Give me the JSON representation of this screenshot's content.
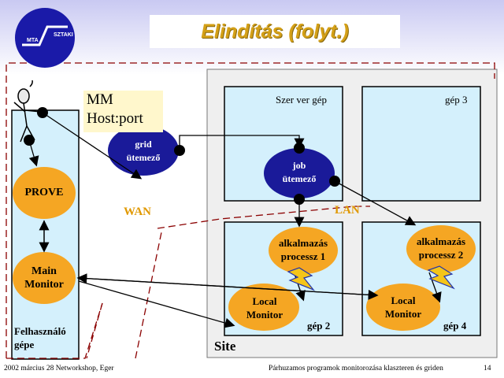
{
  "slide": {
    "title": "Elindítás (folyt.)",
    "page_number": "14",
    "footer_left": "2002 március 28  Networkshop, Eger",
    "footer_right": "Párhuzamos programok monitorozása klaszteren és griden"
  },
  "logo": {
    "left_text": "MTA",
    "right_text": "SZTAKI"
  },
  "colors": {
    "orange": "#f5a623",
    "navy": "#1a1a99",
    "light_blue": "#d4f0fc",
    "gray_panel": "#efefef",
    "dark_red": "#8b0000"
  },
  "user_side": {
    "caption_line1": "Felhasználó",
    "caption_line2": "gépe",
    "prove": "PROVE",
    "main_monitor_line1": "Main",
    "main_monitor_line2": "Monitor"
  },
  "mm_label": {
    "line1": "MM",
    "line2": "Host:port"
  },
  "grid_scheduler": {
    "line1": "grid",
    "line2": "ütemező"
  },
  "wan_label": "WAN",
  "lan_label": "LAN",
  "site": {
    "label": "Site",
    "server_label": "Szer ver gép",
    "job_scheduler": {
      "line1": "job",
      "line2": "ütemező"
    },
    "machine3": "gép 3",
    "machine2": {
      "label": "gép 2",
      "process_line1": "alkalmazás",
      "process_line2": "processz 1",
      "local_monitor_line1": "Local",
      "local_monitor_line2": "Monitor"
    },
    "machine4": {
      "label": "gép 4",
      "process_line1": "alkalmazás",
      "process_line2": "processz 2",
      "local_monitor_line1": "Local",
      "local_monitor_line2": "Monitor"
    }
  },
  "icons": [
    "person-icon",
    "lightning-icon"
  ]
}
